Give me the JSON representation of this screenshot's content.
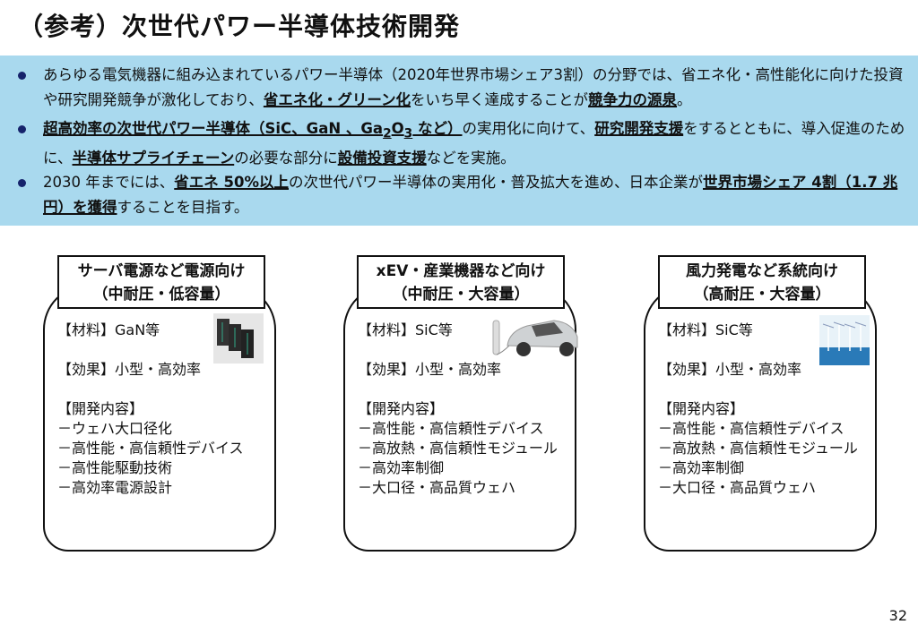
{
  "title": "（参考）次世代パワー半導体技術開発",
  "bullets": [
    [
      {
        "t": "あらゆる電気機器に組み込まれているパワー半導体（2020年世界市場シェア3割）の分野では、省エネ化・高性能化に向けた投資や研究開発競争が激化しており、"
      },
      {
        "t": "省エネ化・グリーン化",
        "b": true
      },
      {
        "t": "をいち早く達成することが"
      },
      {
        "t": "競争力の源泉",
        "b": true
      },
      {
        "t": "。"
      }
    ],
    [
      {
        "t": "超高効率の次世代パワー半導体（SiC、GaN 、Ga",
        "b": true
      },
      {
        "t": "2",
        "b": true,
        "sub": true
      },
      {
        "t": "O",
        "b": true
      },
      {
        "t": "3",
        "b": true,
        "sub": true
      },
      {
        "t": " など）",
        "b": true
      },
      {
        "t": "の実用化に向けて、"
      },
      {
        "t": "研究開発支援",
        "b": true
      },
      {
        "t": "をするとともに、導入促進のために、"
      },
      {
        "t": "半導体サプライチェーン",
        "b": true
      },
      {
        "t": "の必要な部分に"
      },
      {
        "t": "設備投資支援",
        "b": true
      },
      {
        "t": "などを実施。"
      }
    ],
    [
      {
        "t": "2030 年までには、"
      },
      {
        "t": "省エネ 50%以上",
        "b": true
      },
      {
        "t": "の次世代パワー半導体の実用化・普及拡大を進め、日本企業が"
      },
      {
        "t": "世界市場シェア 4割（1.7 兆円）を獲得",
        "b": true
      },
      {
        "t": "することを目指す。"
      }
    ]
  ],
  "cards": [
    {
      "header1": "サーバ電源など電源向け",
      "header2": "（中耐圧・低容量）",
      "material": "【材料】GaN等",
      "effect": "【効果】小型・高効率",
      "dev_label": "【開発内容】",
      "items": [
        "－ウェハ大口径化",
        "－高性能・高信頼性デバイス",
        "－高性能駆動技術",
        "－高効率電源設計"
      ]
    },
    {
      "header1": "xEV・産業機器など向け",
      "header2": "（中耐圧・大容量）",
      "material": "【材料】SiC等",
      "effect": "【効果】小型・高効率",
      "dev_label": "【開発内容】",
      "items": [
        "－高性能・高信頼性デバイス",
        "－高放熱・高信頼性モジュール",
        "－高効率制御",
        "－大口径・高品質ウェハ"
      ]
    },
    {
      "header1": "風力発電など系統向け",
      "header2": "（高耐圧・大容量）",
      "material": "【材料】SiC等",
      "effect": "【効果】小型・高効率",
      "dev_label": "【開発内容】",
      "items": [
        "－高性能・高信頼性デバイス",
        "－高放熱・高信頼性モジュール",
        "－高効率制御",
        "－大口径・高品質ウェハ"
      ]
    }
  ],
  "page_number": "32"
}
